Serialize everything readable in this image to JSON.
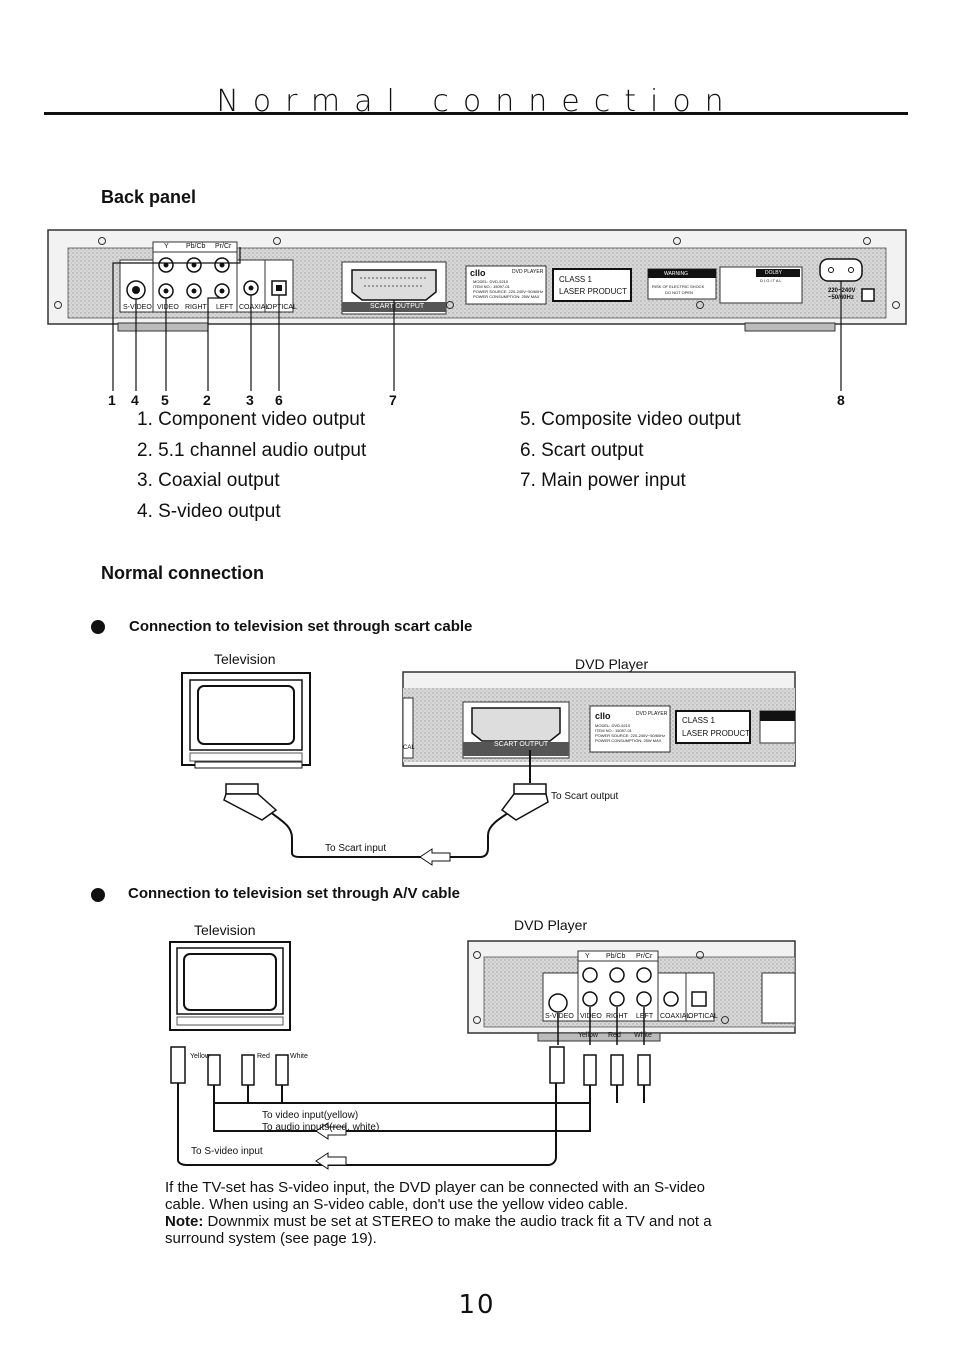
{
  "page": {
    "title": "Normal connection",
    "page_number": "10"
  },
  "back_panel": {
    "heading": "Back panel",
    "jack_labels": {
      "y": "Y",
      "pbcb": "Pb/Cb",
      "prcr": "Pr/Cr",
      "svideo": "S-VIDEO",
      "video": "VIDEO",
      "right": "RIGHT",
      "left": "LEFT",
      "coaxial": "COAXIAL",
      "optical": "OPTICAL",
      "scart": "SCART OUTPUT"
    },
    "rating_label": {
      "brand": "cllo",
      "product": "DVD PLAYER",
      "line1": "MODEL: DVD-5210",
      "line2": "ITEM NO.: 15097-01",
      "line3": "POWER SOURCE: 220-240V~50/60Hz",
      "line4": "POWER CONSUMPTION: 25W MAX"
    },
    "class_label": {
      "line1": "CLASS  1",
      "line2": "LASER  PRODUCT"
    },
    "warning_label": {
      "head": "WARNING",
      "line1": "RISK OF ELECTRIC SHOCK",
      "line2": "DO NOT OPEN"
    },
    "dolby_label": {
      "brand": "DOLBY",
      "sub": "D I G I T A L"
    },
    "power_label": {
      "line1": "220~240V",
      "line2": "~50/60Hz"
    },
    "callouts": [
      "1",
      "4",
      "5",
      "2",
      "3",
      "6",
      "7",
      "8"
    ],
    "items_left": [
      "1. Component video output",
      "2. 5.1 channel audio output",
      "3. Coaxial output",
      "4. S-video output"
    ],
    "items_right": [
      "5. Composite video output",
      "6. Scart output",
      "7. Main power input"
    ]
  },
  "normal_connection": {
    "heading": "Normal connection",
    "scart_section": {
      "heading": "Connection to television set through scart cable",
      "tv_label": "Television",
      "dvd_label": "DVD Player",
      "to_scart_output": "To Scart output",
      "to_scart_input": "To Scart input",
      "scart_panel_label": "SCART OUTPUT",
      "cut_label": "CAL"
    },
    "av_section": {
      "heading": "Connection to television set through A/V cable",
      "tv_label": "Television",
      "dvd_label": "DVD Player",
      "tv_plug_labels": [
        "Yellow",
        "Red",
        "White"
      ],
      "dvd_plug_labels": [
        "Yellow",
        "Red",
        "White"
      ],
      "to_video_input": "To video input(yellow)",
      "to_audio_inputs": "To audio inputs(red, white)",
      "to_svideo_input": "To S-video input"
    },
    "paragraph": {
      "line1": "If the TV-set has S-video input, the DVD player can be connected with an S-video cable. When using an S-video cable, don't use the yellow video cable.",
      "note_label": "Note:",
      "line2": " Downmix must be set at STEREO to make the audio track fit a TV and not a surround system (see page 19)."
    }
  }
}
